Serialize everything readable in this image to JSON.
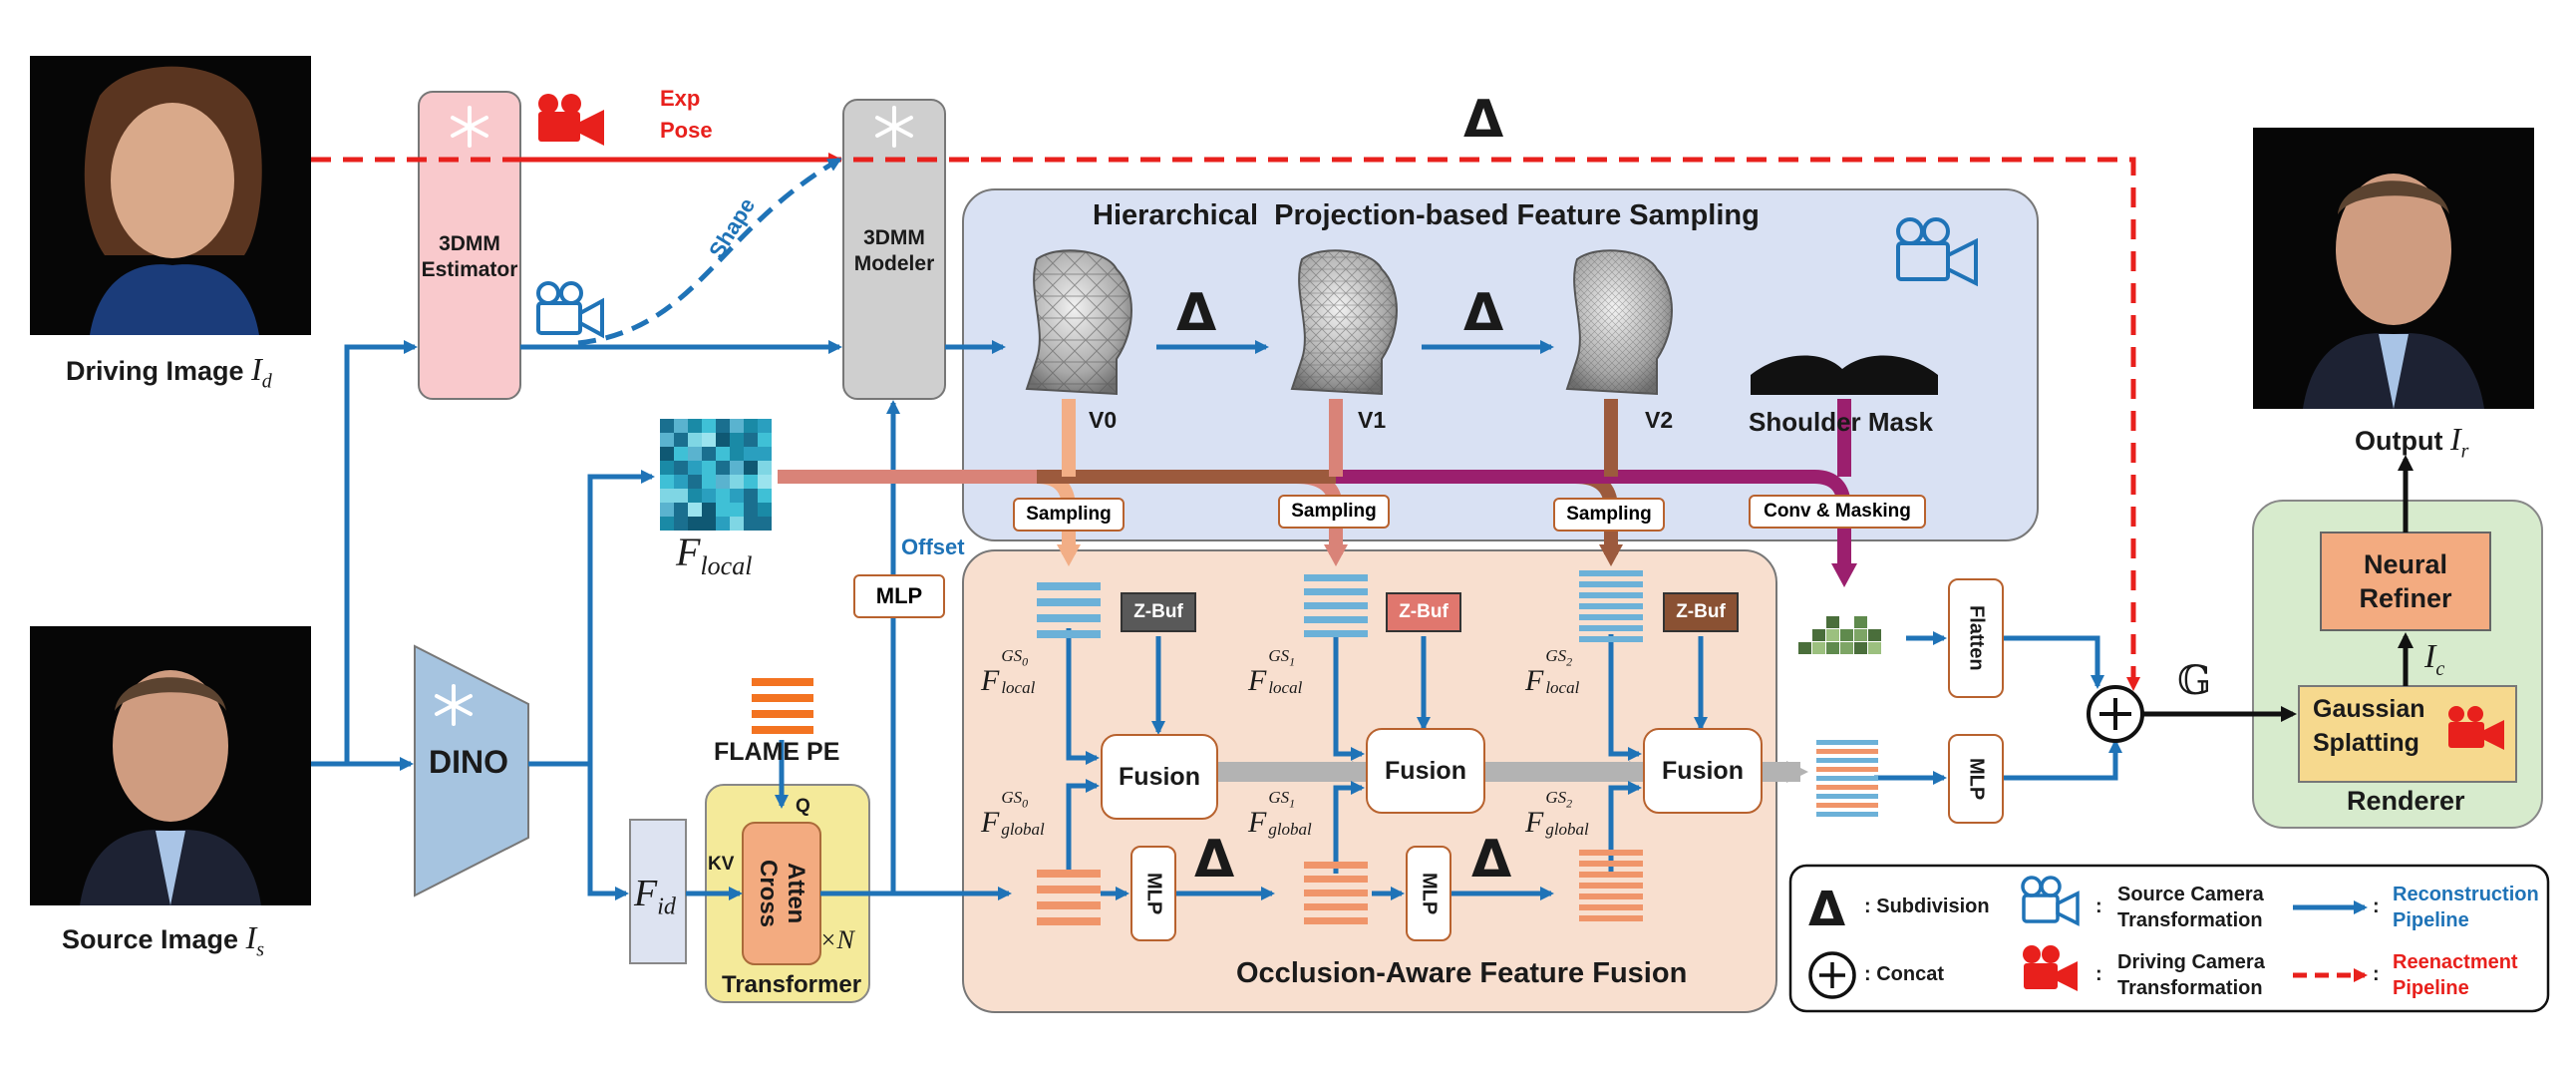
{
  "inputs": {
    "driving_label": "Driving Image",
    "driving_symbol": "I_d",
    "source_label": "Source Image",
    "source_symbol": "I_s"
  },
  "output": {
    "label": "Output",
    "symbol": "I_r"
  },
  "estimator": {
    "label_line1": "3DMM",
    "label_line2": "Estimator"
  },
  "modeler": {
    "label_line1": "3DMM",
    "label_line2": "Modeler"
  },
  "dino": {
    "label": "DINO"
  },
  "red_labels": {
    "exp": "Exp",
    "pose": "Pose"
  },
  "shape_label": "Shape",
  "offset_label": "Offset",
  "delta_symbol": "Δ",
  "mlp_label": "MLP",
  "f_local": "F_local",
  "f_id": "F_id",
  "flame_pe": "FLAME PE",
  "transformer": {
    "label": "Transformer",
    "cross": "Cross",
    "atten": "Atten",
    "q": "Q",
    "kv": "KV",
    "times_n": "×N"
  },
  "sampling_panel": {
    "title": "Hierarchical  Projection-based Feature Sampling",
    "meshes": [
      "V0",
      "V1",
      "V2"
    ],
    "shoulder_mask": "Shoulder Mask",
    "sampling": "Sampling",
    "conv_masking": "Conv & Masking"
  },
  "fusion_panel": {
    "title": "Occlusion-Aware Feature Fusion",
    "zbuf": "Z-Buf",
    "fusion": "Fusion",
    "local_features": [
      "F^{GS_0}_{local}",
      "F^{GS_1}_{local}",
      "F^{GS_2}_{local}"
    ],
    "global_features": [
      "F^{GS_0}_{global}",
      "F^{GS_1}_{global}",
      "F^{GS_2}_{global}"
    ]
  },
  "flatten": "Flatten",
  "gaussian_symbol": "𝔾",
  "renderer": {
    "label": "Renderer",
    "refiner_line1": "Neural",
    "refiner_line2": "Refiner",
    "splatting_line1": "Gaussian",
    "splatting_line2": "Splatting",
    "ic": "I_c"
  },
  "legend": {
    "subdivision": "Subdivision",
    "concat": "Concat",
    "source_camera_line1": "Source Camera",
    "source_camera_line2": "Transformation",
    "driving_camera_line1": "Driving Camera",
    "driving_camera_line2": "Transformation",
    "reconstruction_line1": "Reconstruction",
    "reconstruction_line2": "Pipeline",
    "reenactment_line1": "Reenactment",
    "reenactment_line2": "Pipeline",
    "colon": ":"
  },
  "colors": {
    "blue_arrow": "#1f73b7",
    "red_dashed": "#e8201c",
    "sampling_panel_bg": "#d9e1f3",
    "fusion_panel_bg": "#f8dfcf",
    "estimator_bg": "#f9c9cc",
    "modeler_bg": "#cfcfcf",
    "dino_bg": "#a6c4e0",
    "transformer_bg": "#f4ea9a",
    "renderer_bg": "#d7ebcd",
    "refiner_bg": "#f3ab80",
    "splatting_bg": "#f6d98e",
    "feature_orange": "#f0956a",
    "feature_blue": "#6cb1d8"
  }
}
